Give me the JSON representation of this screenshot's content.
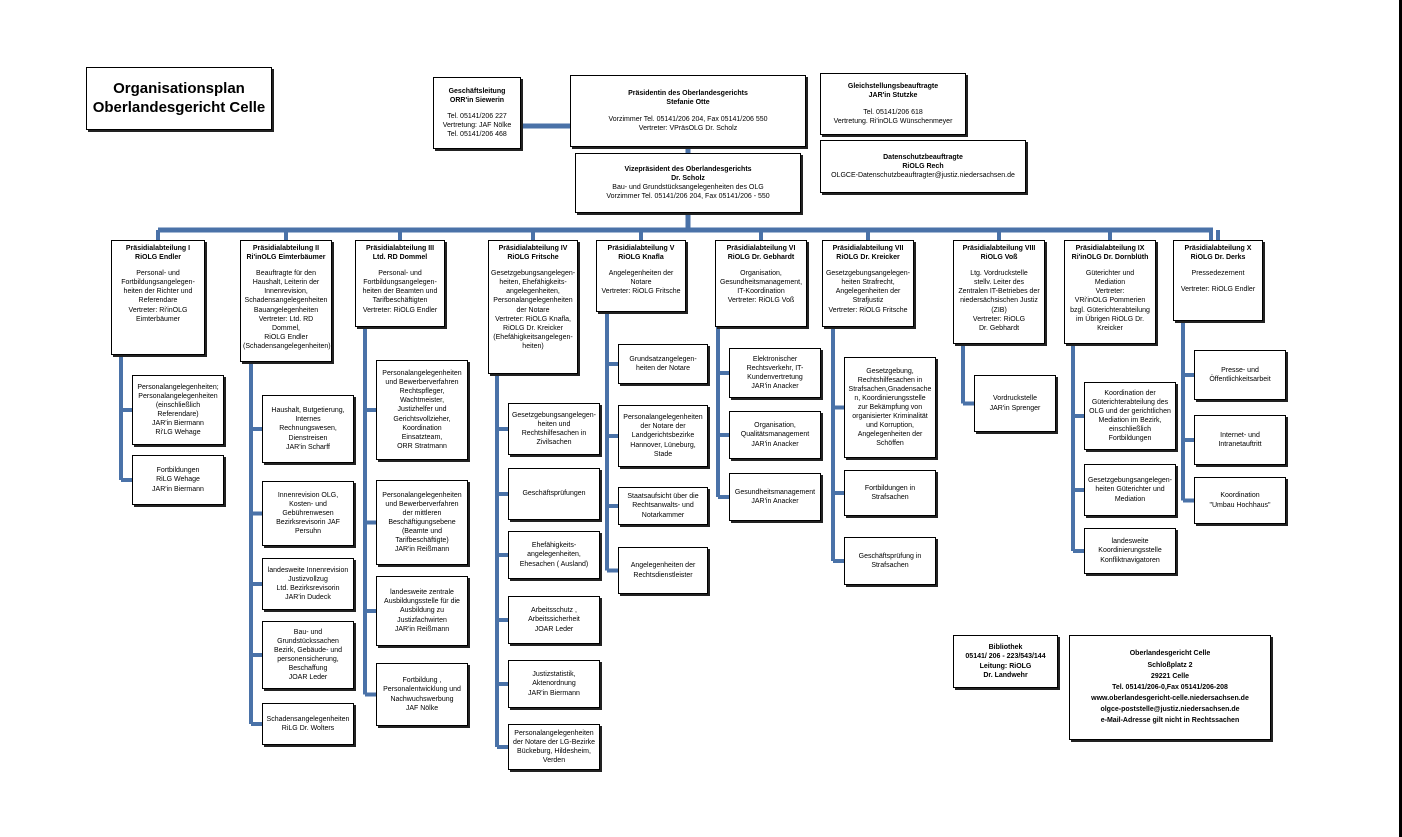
{
  "title": {
    "lines": [
      "Organisationsplan",
      "Oberlandesgericht Celle"
    ]
  },
  "top": {
    "geschaeftsleitung": [
      "Geschäftsleitung",
      "ORR'in Siewerin",
      "",
      "Tel. 05141/206 227",
      "Vertretung: JAF Nölke",
      "Tel. 05141/206 468"
    ],
    "praesidentin": [
      "Präsidentin des Oberlandesgerichts",
      "Stefanie Otte",
      "",
      "Vorzimmer Tel. 05141/206 204, Fax 05141/206 550",
      "Vertreter: VPräsOLG Dr. Scholz"
    ],
    "vizepraesident": [
      "Vizepräsident des Oberlandesgerichts",
      "Dr. Scholz",
      "Bau- und Grundstücksangelegenheiten des OLG",
      "Vorzimmer Tel. 05141/206 204, Fax 05141/206 - 550"
    ],
    "gleichstellung": [
      "Gleichstellungsbeauftragte",
      "JAR'in Stutzke",
      "",
      "Tel. 05141/206 618",
      "Vertretung. Ri'inOLG Wünschenmeyer"
    ],
    "datenschutz": [
      "Datenschutzbeauftragte",
      "RiOLG Rech",
      "OLGCE-Datenschutzbeauftragter@justiz.niedersachsen.de"
    ]
  },
  "departments": [
    {
      "head": [
        "Präsidialabteilung I",
        "RiOLG Endler",
        "",
        "Personal- und",
        "Fortbildungsangelegen-",
        "heiten der Richter und",
        "Referendare",
        "Vertreter: Ri'inOLG",
        "Eimterbäumer"
      ],
      "subs": [
        [
          "Personalangelegenheiten;",
          "Personalangelegenheiten",
          "(einschließlich",
          "Referendare)",
          "JAR'in Biermann",
          "Ri'LG Wehage"
        ],
        [
          "Fortbildungen",
          "RiLG Wehage",
          "JAR'in Biermann"
        ]
      ]
    },
    {
      "head": [
        "Präsidialabteilung II",
        "Ri'inOLG Eimterbäumer",
        "",
        "Beauftragte für den",
        "Haushalt, Leiterin der",
        "Innenrevision,",
        "Schadensangelegenheiten",
        "Bauangelegenheiten",
        "Vertreter: Ltd. RD",
        "Dommel,",
        "RiOLG Endler",
        "(Schadensangelegenheiten)"
      ],
      "subs": [
        [
          "Haushalt, Butgetierung,",
          "Internes",
          "Rechnungswesen,",
          "Dienstreisen",
          "JAR'in Scharff"
        ],
        [
          "Innenrevision OLG,",
          "Kosten- und",
          "Gebührenwesen",
          "Bezirksrevisorin JAF",
          "Persuhn"
        ],
        [
          "landesweite Innenrevision",
          "Justizvollzug",
          "Ltd. Bezirksrevisorin",
          "JAR'in Dudeck"
        ],
        [
          "Bau- und",
          "Grundstückssachen",
          "Bezirk, Gebäude- und",
          "personensicherung,",
          "Beschaffung",
          "JOAR Leder"
        ],
        [
          "Schadensangelegenheiten",
          "RiLG Dr. Wolters"
        ]
      ]
    },
    {
      "head": [
        "Präsidialabteilung III",
        "Ltd. RD Dommel",
        "",
        "Personal- und",
        "Fortbildungsangelegen-",
        "heiten der Beamten und",
        "Tarifbeschäftigten",
        "Vertreter: RiOLG Endler"
      ],
      "subs": [
        [
          "Personalangelegenheiten",
          "und Bewerberverfahren",
          "Rechtspfleger,",
          "Wachtmeister,",
          "Justizhelfer und",
          "Gerichtsvollzieher,",
          "Koordination",
          "Einsatzteam,",
          "ORR Stratmann"
        ],
        [
          "Personalangelegenheiten",
          "und Bewerberverfahren",
          "der mittleren",
          "Beschäftigungsebene",
          "(Beamte und",
          "Tarifbeschäftigte)",
          "JAR'in Reißmann"
        ],
        [
          "landesweite zentrale",
          "Ausbildungsstelle für die",
          "Ausbildung zu",
          "Justizfachwirten",
          "JAR'in Reißmann"
        ],
        [
          "Fortbildung ,",
          "Personalentwicklung und",
          "Nachwuchswerbung",
          "JAF Nölke"
        ]
      ]
    },
    {
      "head": [
        "Präsidialabteilung IV",
        "RiOLG Fritsche",
        "",
        "Gesetzgebungsangelegen-",
        "heiten, Ehefähigkeits-",
        "angelegenheiten,",
        "Personalangelegenheiten",
        "der Notare",
        "Vertreter: RiOLG Knafla,",
        "RiOLG Dr. Kreicker",
        "(Ehefähigkeitsangelegen-",
        "heiten)"
      ],
      "subs": [
        [
          "Gesetzgebungsangelegen-",
          "heiten und",
          "Rechtshilfesachen in",
          "Zivilsachen"
        ],
        [
          "Geschäftsprüfungen"
        ],
        [
          "Ehefähigkeits-",
          "angelegenheiten,",
          "Ehesachen ( Ausland)"
        ],
        [
          "Arbeitsschutz ,",
          "Arbeitssicherheit",
          "JOAR Leder"
        ],
        [
          "Justizstatistik,",
          "Aktenordnung",
          "JAR'in Biermann"
        ],
        [
          "Personalangelegenheiten",
          "der Notare der LG-Bezirke",
          "Bückeburg, Hildesheim,",
          "Verden"
        ]
      ]
    },
    {
      "head": [
        "Präsidialabteilung V",
        "RiOLG Knafla",
        "",
        "Angelegenheiten der",
        "Notare",
        "Vertreter: RiOLG Fritsche"
      ],
      "subs": [
        [
          "Grundsatzangelegen-",
          "heiten der Notare"
        ],
        [
          "Personalangelegenheiten",
          "der Notare der",
          "Landgerichtsbezirke",
          "Hannover, Lüneburg,",
          "Stade"
        ],
        [
          "Staatsaufsicht über die",
          "Rechtsanwalts- und",
          "Notarkammer"
        ],
        [
          "Angelegenheiten der",
          "Rechtsdienstleister"
        ]
      ]
    },
    {
      "head": [
        "Präsidialabteilung VI",
        "RiOLG Dr. Gebhardt",
        "",
        "Organisation,",
        "Gesundheitsmanagement,",
        "IT-Koordination",
        "Vertreter: RiOLG Voß"
      ],
      "subs": [
        [
          "Elektronischer",
          "Rechtsverkehr, IT-",
          "Kundenvertretung",
          "JAR'in Anacker"
        ],
        [
          "Organisation,",
          "Qualitätsmanagement",
          "JAR'in Anacker"
        ],
        [
          "Gesundheitsmanagement",
          "JAR'in Anacker"
        ]
      ]
    },
    {
      "head": [
        "Präsidialabteilung VII",
        "RiOLG Dr. Kreicker",
        "",
        "Gesetzgebungsangelegen-",
        "heiten Strafrecht,",
        "Angelegenheiten der",
        "Strafjustiz",
        "Vertreter: RiOLG Fritsche"
      ],
      "subs": [
        [
          "Gesetzgebung,",
          "Rechtshilfesachen in",
          "Strafsachen,Gnadensache",
          "n, Koordinierungsstelle",
          "zur Bekämpfung von",
          "organisierter Kriminalität",
          "und Korruption,",
          "Angelegenheiten der",
          "Schöffen"
        ],
        [
          "Fortbildungen in",
          "Strafsachen"
        ],
        [
          "Geschäftsprüfung in",
          "Strafsachen"
        ]
      ]
    },
    {
      "head": [
        "Präsidialabteilung VIII",
        "RiOLG Voß",
        "",
        "Ltg. Vordruckstelle",
        "stellv. Leiter des",
        "Zentralen IT-Betriebes der",
        "niedersächsischen Justiz",
        "(ZIB)",
        "Vertreter: RiOLG",
        "Dr. Gebhardt"
      ],
      "subs": [
        [
          "Vordruckstelle",
          "JAR'in Sprenger"
        ]
      ]
    },
    {
      "head": [
        "Präsidialabteilung IX",
        "Ri'inOLG Dr. Dornblüth",
        "",
        "Güterichter und",
        "Mediation",
        "Vertreter:",
        "VRi'inOLG Pommerien",
        "bzgl. Güterichterabteilung",
        "im Übrigen RiOLG Dr.",
        "Kreicker"
      ],
      "subs": [
        [
          "Koordination der",
          "Güterichterabteilung des",
          "OLG und der gerichtlichen",
          "Mediation im Bezirk,",
          "einschließlich",
          "Fortbildungen"
        ],
        [
          "Gesetzgebungsangelegen-",
          "heiten Güterichter und",
          "Mediation"
        ],
        [
          "landesweite",
          "Koordinierungsstelle",
          "Konfliktnavigatoren"
        ]
      ]
    },
    {
      "head": [
        "Präsidialabteilung X",
        "RiOLG Dr. Derks",
        "",
        "Pressedezernent",
        "",
        "Vertreter: RiOLG Endler"
      ],
      "subs": [
        [
          "Presse- und",
          "Öffentlichkeitsarbeit"
        ],
        [
          "Internet- und",
          "Intranetauftritt"
        ],
        [
          "Koordination",
          "\"Umbau Hochhaus\""
        ]
      ]
    }
  ],
  "bibliothek": [
    "Bibliothek",
    "05141/ 206 - 223/543/144",
    "Leitung: RiOLG",
    "Dr. Landwehr"
  ],
  "address": [
    "Oberlandesgericht Celle",
    "Schloßplatz 2",
    "29221 Celle",
    "Tel. 05141/206-0,Fax 05141/206-208",
    "www.oberlandesgericht-celle.niedersachsen.de",
    "olgce-poststelle@justiz.niedersachsen.de",
    "e-Mail-Adresse gilt nicht in Rechtssachen"
  ],
  "colors": {
    "connector": "#4a72a8",
    "box_border": "#000000",
    "background": "#ffffff"
  }
}
